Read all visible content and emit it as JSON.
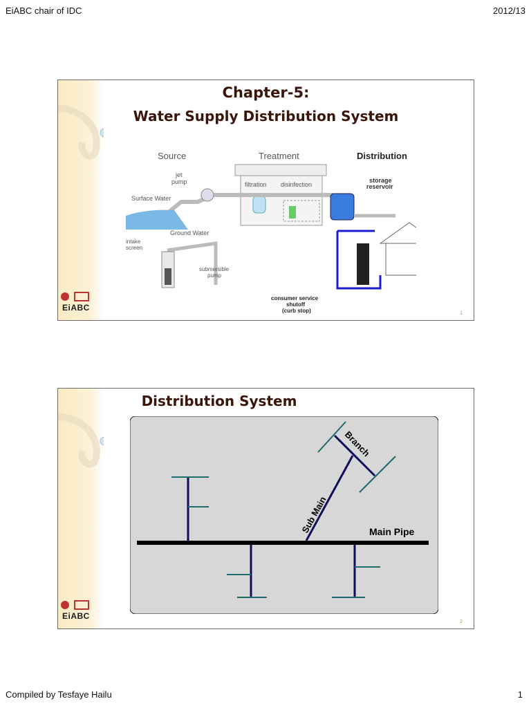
{
  "header": {
    "left": "EiABC chair of IDC",
    "right": "2012/13"
  },
  "footer": {
    "left": "Compiled by Tesfaye Hailu",
    "right": "1"
  },
  "slide1": {
    "title_line1": "Chapter-5:",
    "title_line2": "Water Supply Distribution System",
    "labels": {
      "source": "Source",
      "treatment": "Treatment",
      "distribution": "Distribution",
      "jet_pump": "jet\npump",
      "filtration": "filtration",
      "disinfection": "disinfection",
      "storage_reservoir": "storage\nreservoir",
      "surface_water": "Surface Water",
      "ground_water": "Ground Water",
      "intake_screen": "intake\nscreen",
      "submersible_pump": "submersible\npump",
      "consumer_service": "consumer service\nshutoff\n(curb stop)"
    },
    "logo": "EiABC",
    "page_number": "1"
  },
  "slide2": {
    "title": "Distribution System",
    "labels": {
      "main_pipe": "Main Pipe",
      "sub_main": "Sub Main",
      "branch": "Branch"
    },
    "logo": "EiABC",
    "page_number": "2"
  },
  "colors": {
    "title": "#3a150a",
    "pipe_blue": "#1a1ad0",
    "branch_teal": "#1f6b6b",
    "sub_navy": "#0d0d5a"
  }
}
